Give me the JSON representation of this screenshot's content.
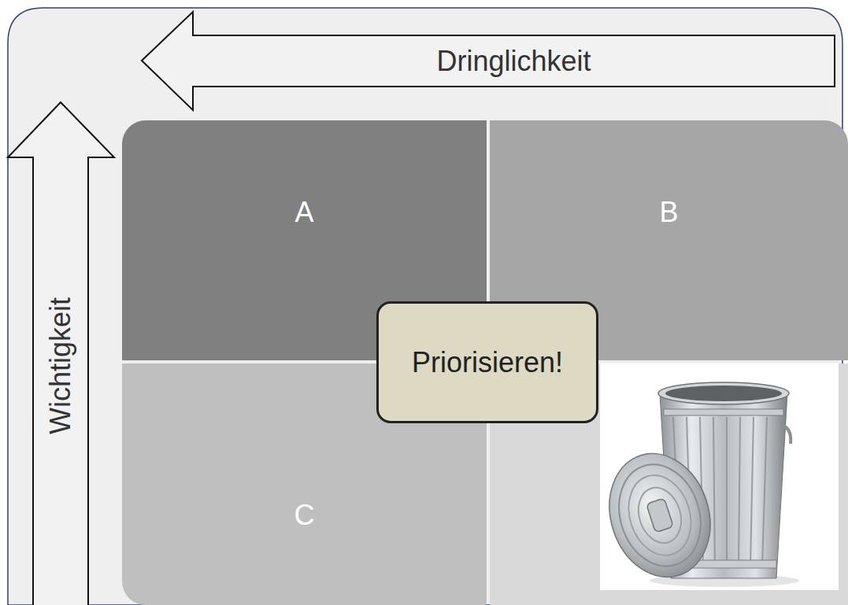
{
  "diagram": {
    "nodes": [
      {
        "text": [
          "Dringlichkeit"
        ]
      },
      {
        "text": [
          "Wichtigkeit"
        ]
      },
      {
        "text": [
          "A"
        ]
      },
      {
        "text": [
          "B"
        ]
      },
      {
        "text": [
          "Priorisieren!"
        ]
      },
      {
        "text": [
          "C"
        ]
      }
    ]
  }
}
